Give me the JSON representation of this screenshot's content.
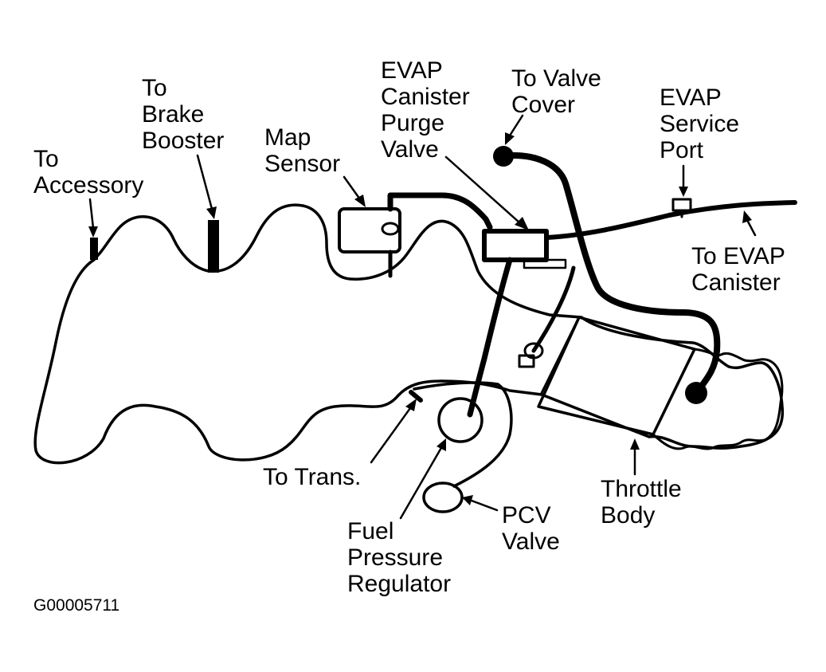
{
  "labels": {
    "to_accessory": [
      "To",
      "Accessory"
    ],
    "to_brake_booster": [
      "To",
      "Brake",
      "Booster"
    ],
    "map_sensor": [
      "Map",
      "Sensor"
    ],
    "evap_purge_valve": [
      "EVAP",
      "Canister",
      "Purge",
      "Valve"
    ],
    "to_valve_cover": [
      "To Valve",
      "Cover"
    ],
    "evap_service_port": [
      "EVAP",
      "Service",
      "Port"
    ],
    "to_evap_canister": [
      "To EVAP",
      "Canister"
    ],
    "to_trans": [
      "To Trans."
    ],
    "fuel_pressure_regulator": [
      "Fuel",
      "Pressure",
      "Regulator"
    ],
    "pcv_valve": [
      "PCV",
      "Valve"
    ],
    "throttle_body": [
      "Throttle",
      "Body"
    ]
  },
  "figure_code": "G00005711",
  "colors": {
    "line": "#000000",
    "background": "#ffffff"
  }
}
